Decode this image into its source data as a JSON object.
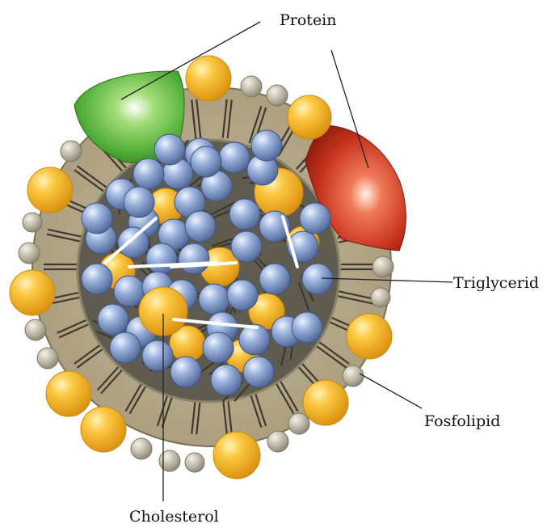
{
  "labels": {
    "protein": "Protein",
    "triglycerid": "Triglycerid",
    "fosfolipid": "Fosfolipid",
    "cholesterol": "Cholesterol"
  },
  "colors": {
    "background": "#ffffff",
    "shell_matrix": "#b5a888",
    "shell_outline": "#7a7058",
    "core_matrix": "#5f5b4e",
    "phospholipid_head": "#bdb7a6",
    "phospholipid_tail": "#3e3a30",
    "cholesterol": "#f2ac1c",
    "triglyceride_sphere": "#7f9acc",
    "triglyceride_link": "#ffffff",
    "protein_green": "#4fae35",
    "protein_red": "#c8321e",
    "leader_line": "#222222"
  }
}
